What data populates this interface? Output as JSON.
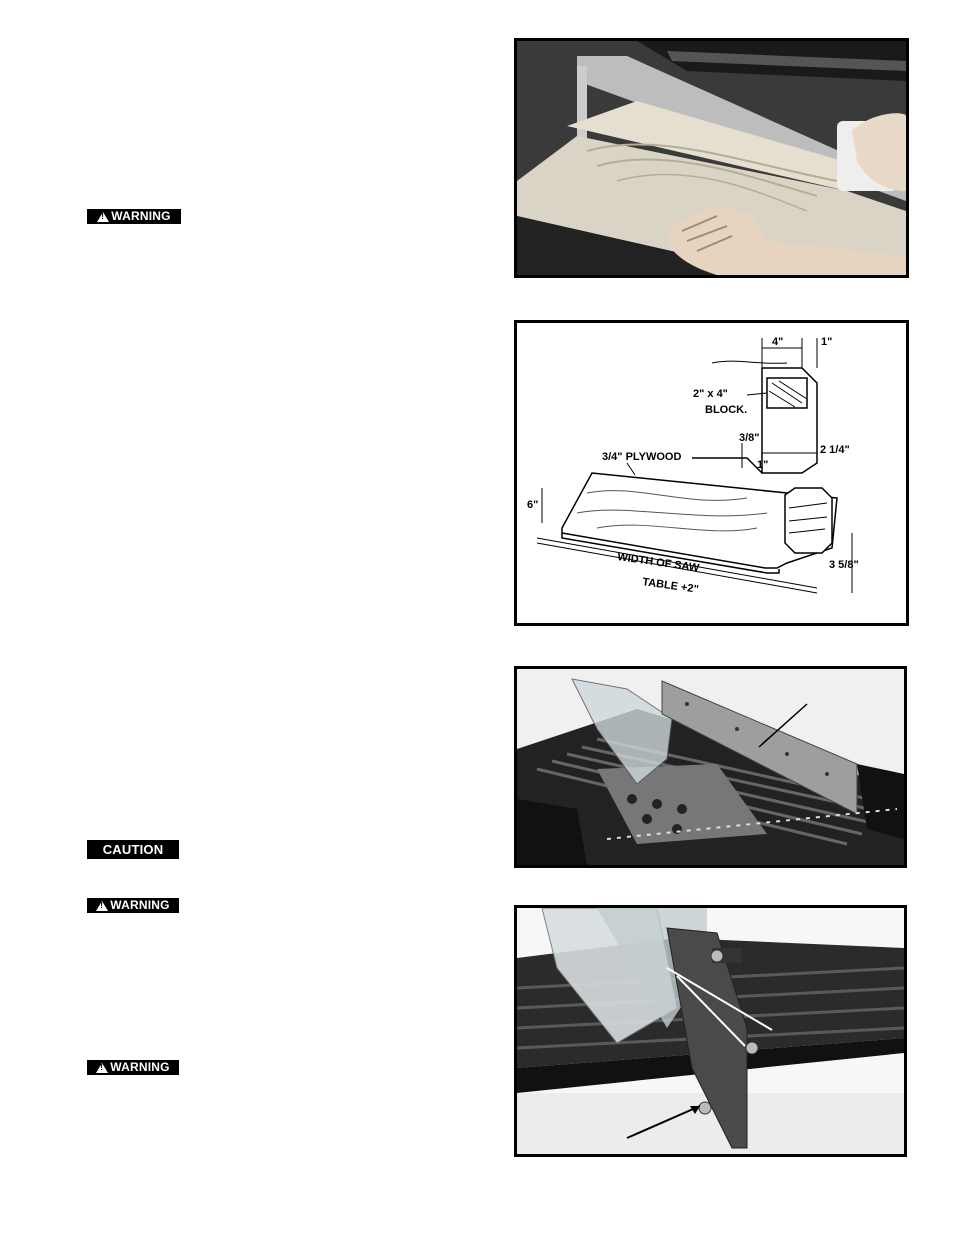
{
  "labels": {
    "warning_1": "WARNING",
    "caution_1": "CAUTION",
    "warning_2": "WARNING",
    "warning_3": "WARNING"
  },
  "figure2": {
    "dim_4": "4\"",
    "dim_1_top": "1\"",
    "block": "2\" x 4\"",
    "block_2": "BLOCK.",
    "dim_3_8": "3/8\"",
    "dim_2_1_4": "2 1/4\"",
    "dim_1_bottom": "1\"",
    "plywood": "3/4\"  PLYWOOD",
    "dim_6": "6\"",
    "width_of_saw": "WIDTH  OF  SAW",
    "table_plus_2": "TABLE +2\"",
    "dim_3_5_8": "3 5/8\""
  },
  "colors": {
    "badge_bg": "#000000",
    "badge_text": "#ffffff"
  }
}
